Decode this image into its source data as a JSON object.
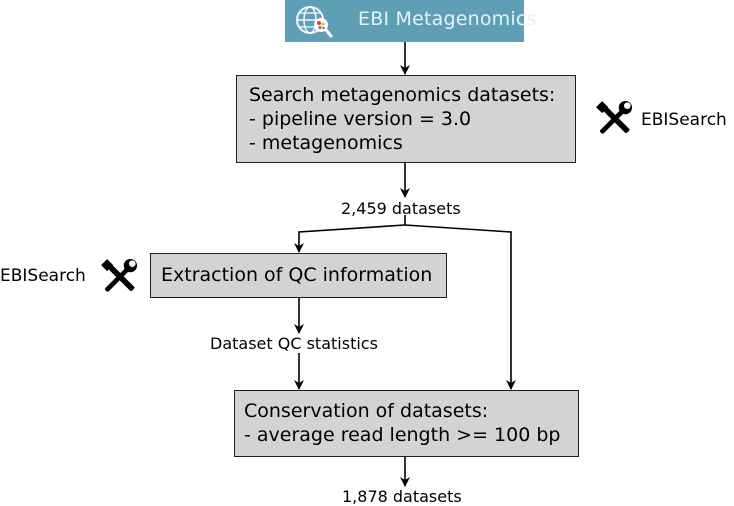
{
  "logo": {
    "text": "EBI Metagenomics"
  },
  "steps": [
    {
      "lines": [
        "Search metagenomics datasets:",
        "- pipeline version = 3.0",
        "- metagenomics"
      ]
    },
    {
      "lines": [
        "Extraction of QC information"
      ]
    },
    {
      "lines": [
        "Conservation of datasets:",
        "- average read length >= 100 bp"
      ]
    }
  ],
  "edge_labels": {
    "after_search": "2,459 datasets",
    "after_extraction": "Dataset QC statistics",
    "final": "1,878 datasets"
  },
  "tools": {
    "search_tool": {
      "label": "EBISearch",
      "icon": "tools-icon"
    },
    "extraction_tool": {
      "label": "EBISearch",
      "icon": "tools-icon"
    }
  }
}
